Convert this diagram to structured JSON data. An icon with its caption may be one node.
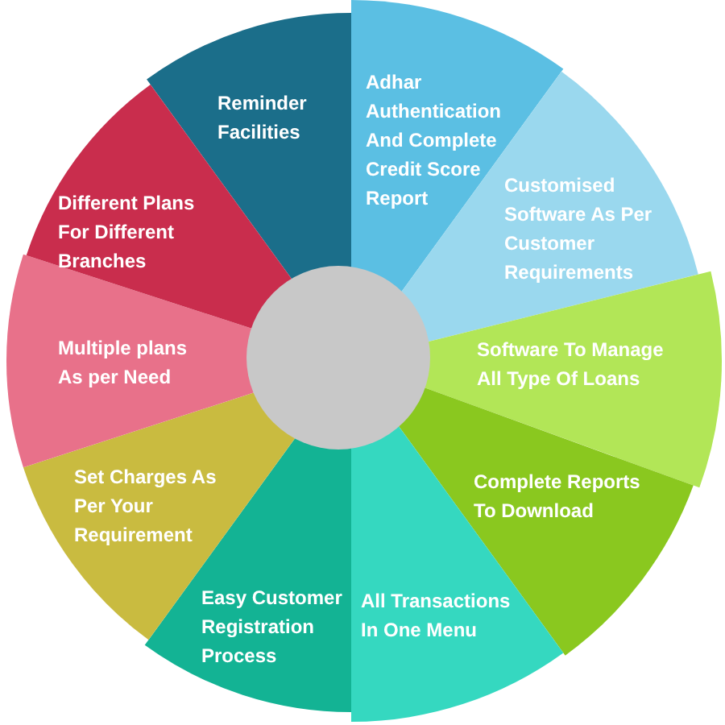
{
  "diagram": {
    "nodes": [
      {
        "text": [
          "Reminder Facilities"
        ]
      },
      {
        "text": [
          "Adhar Authentication And Complete Credit Score Report"
        ]
      },
      {
        "text": [
          "Customised Software As Per Customer Requirements"
        ]
      },
      {
        "text": [
          "Software To Manage All Type Of Loans"
        ]
      },
      {
        "text": [
          "Complete Reports To Download"
        ]
      },
      {
        "text": [
          "All Transactions In One Menu"
        ]
      },
      {
        "text": [
          "Easy Customer Registration Process"
        ]
      },
      {
        "text": [
          "Set Charges As Per Your Requirement"
        ]
      },
      {
        "text": [
          "Multiple plans As per Need"
        ]
      },
      {
        "text": [
          "Different Plans For Different Branches"
        ]
      },
      {
        "text": [],
        "shape": "circle"
      }
    ]
  }
}
